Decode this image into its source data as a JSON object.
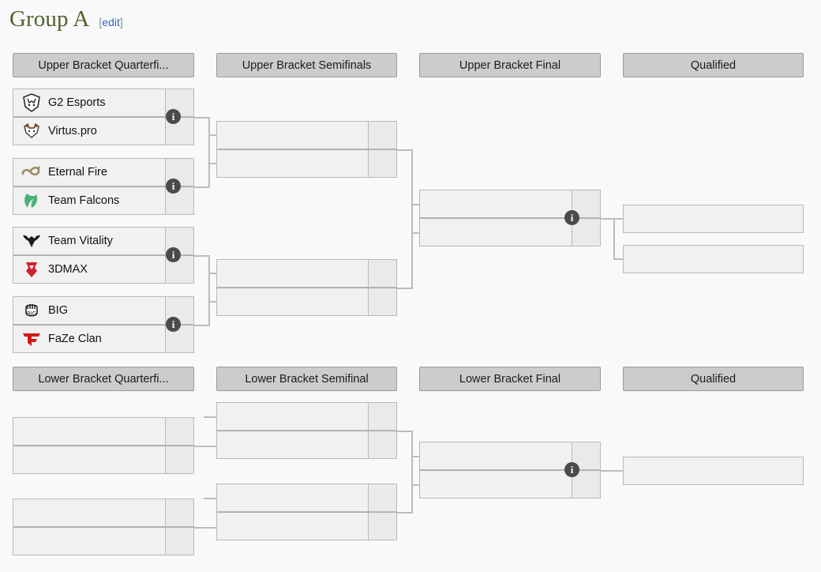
{
  "page": {
    "title": "Group A",
    "edit_label": "edit",
    "edit_open": "[",
    "edit_close": "]",
    "background_color": "#f8f9fb",
    "title_color": "#54622a",
    "link_color": "#3366bb",
    "header_color": "#cccccc",
    "box_color": "#f1f1f1",
    "line_color": "#bcbcbc",
    "info_color": "#4a4a4a"
  },
  "upper": {
    "headers": [
      "Upper Bracket Quarterfi...",
      "Upper Bracket Semifinals",
      "Upper Bracket Final",
      "Qualified"
    ],
    "quarterfinals": [
      {
        "info": "i",
        "teams": [
          {
            "name": "G2 Esports",
            "logo": "g2-logo",
            "score": ""
          },
          {
            "name": "Virtus.pro",
            "logo": "virtuspro-logo",
            "score": ""
          }
        ]
      },
      {
        "info": "i",
        "teams": [
          {
            "name": "Eternal Fire",
            "logo": "eternalfire-logo",
            "score": ""
          },
          {
            "name": "Team Falcons",
            "logo": "falcons-logo",
            "score": ""
          }
        ]
      },
      {
        "info": "i",
        "teams": [
          {
            "name": "Team Vitality",
            "logo": "vitality-logo",
            "score": ""
          },
          {
            "name": "3DMAX",
            "logo": "3dmax-logo",
            "score": ""
          }
        ]
      },
      {
        "info": "i",
        "teams": [
          {
            "name": "BIG",
            "logo": "big-logo",
            "score": ""
          },
          {
            "name": "FaZe Clan",
            "logo": "faze-logo",
            "score": ""
          }
        ]
      }
    ],
    "semifinals": [
      {
        "teams": [
          {
            "name": "",
            "score": ""
          },
          {
            "name": "",
            "score": ""
          }
        ]
      },
      {
        "teams": [
          {
            "name": "",
            "score": ""
          },
          {
            "name": "",
            "score": ""
          }
        ]
      }
    ],
    "final": {
      "info": "i",
      "teams": [
        {
          "name": "",
          "score": ""
        },
        {
          "name": "",
          "score": ""
        }
      ]
    },
    "qualified": [
      {
        "name": ""
      },
      {
        "name": ""
      }
    ]
  },
  "lower": {
    "headers": [
      "Lower Bracket Quarterfi...",
      "Lower Bracket Semifinal",
      "Lower Bracket Final",
      "Qualified"
    ],
    "quarterfinals": [
      {
        "teams": [
          {
            "name": "",
            "score": ""
          },
          {
            "name": "",
            "score": ""
          }
        ]
      },
      {
        "teams": [
          {
            "name": "",
            "score": ""
          },
          {
            "name": "",
            "score": ""
          }
        ]
      }
    ],
    "semifinals": [
      {
        "teams": [
          {
            "name": "",
            "score": ""
          },
          {
            "name": "",
            "score": ""
          }
        ]
      },
      {
        "teams": [
          {
            "name": "",
            "score": ""
          },
          {
            "name": "",
            "score": ""
          }
        ]
      }
    ],
    "final": {
      "info": "i",
      "teams": [
        {
          "name": "",
          "score": ""
        },
        {
          "name": "",
          "score": ""
        }
      ]
    },
    "qualified": [
      {
        "name": ""
      }
    ]
  }
}
